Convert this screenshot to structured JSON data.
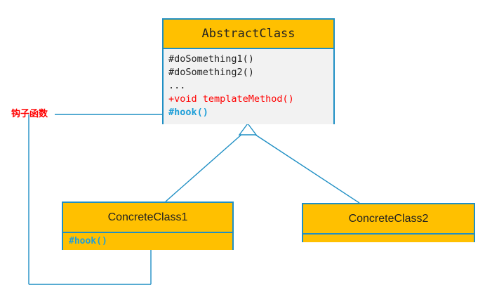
{
  "diagram": {
    "title_note": "Template Method pattern UML class diagram",
    "colors": {
      "class_header_fill": "#ffc000",
      "class_body_fill": "#f2f2f2",
      "border": "#1f8fc4",
      "connector": "#1f8fc4",
      "annotation_text": "#ff0000",
      "hook_text": "#1f9fd8",
      "template_method_text": "#ff0000",
      "member_text": "#222222"
    },
    "classes": [
      {
        "id": "abstract-class",
        "name": "AbstractClass",
        "members": [
          {
            "text": "#doSomething1()",
            "style": "normal"
          },
          {
            "text": "#doSomething2()",
            "style": "normal"
          },
          {
            "text": "...",
            "style": "normal"
          },
          {
            "text": "+void templateMethod()",
            "style": "red"
          },
          {
            "text": "#hook()",
            "style": "blue"
          }
        ]
      },
      {
        "id": "concrete-class-1",
        "name": "ConcreteClass1",
        "members": [
          {
            "text": "#hook()",
            "style": "blue"
          }
        ]
      },
      {
        "id": "concrete-class-2",
        "name": "ConcreteClass2",
        "members": []
      }
    ],
    "annotations": [
      {
        "id": "hook-annotation",
        "text": "钩子函数"
      }
    ],
    "relations": [
      {
        "type": "generalization",
        "from": "ConcreteClass1",
        "to": "AbstractClass"
      },
      {
        "type": "generalization",
        "from": "ConcreteClass2",
        "to": "AbstractClass"
      },
      {
        "type": "note-link",
        "from": "钩子函数",
        "to": "AbstractClass.#hook()"
      },
      {
        "type": "note-link",
        "from": "钩子函数",
        "to": "ConcreteClass1.#hook()"
      }
    ]
  }
}
